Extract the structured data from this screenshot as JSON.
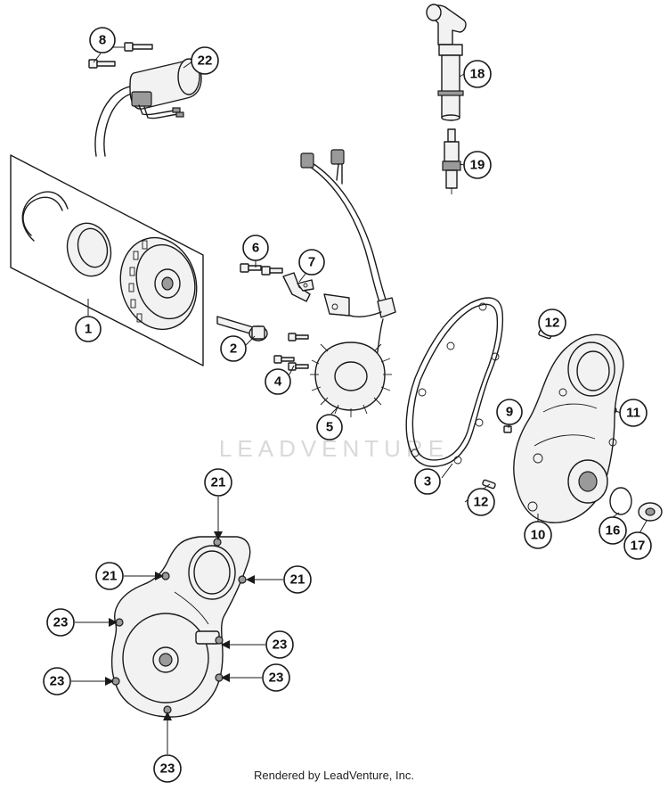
{
  "watermark": "LEADVENTURE",
  "footer": "Rendered by LeadVenture, Inc.",
  "callouts": [
    {
      "id": "c1",
      "label": "1"
    },
    {
      "id": "c2",
      "label": "2"
    },
    {
      "id": "c3",
      "label": "3"
    },
    {
      "id": "c4",
      "label": "4"
    },
    {
      "id": "c5",
      "label": "5"
    },
    {
      "id": "c6",
      "label": "6"
    },
    {
      "id": "c7",
      "label": "7"
    },
    {
      "id": "c8",
      "label": "8"
    },
    {
      "id": "c9",
      "label": "9"
    },
    {
      "id": "c10",
      "label": "10"
    },
    {
      "id": "c11",
      "label": "11"
    },
    {
      "id": "c12a",
      "label": "12"
    },
    {
      "id": "c12b",
      "label": "12"
    },
    {
      "id": "c16",
      "label": "16"
    },
    {
      "id": "c17",
      "label": "17"
    },
    {
      "id": "c18",
      "label": "18"
    },
    {
      "id": "c19",
      "label": "19"
    },
    {
      "id": "c21a",
      "label": "21"
    },
    {
      "id": "c21b",
      "label": "21"
    },
    {
      "id": "c21c",
      "label": "21"
    },
    {
      "id": "c22",
      "label": "22"
    },
    {
      "id": "c23a",
      "label": "23"
    },
    {
      "id": "c23b",
      "label": "23"
    },
    {
      "id": "c23c",
      "label": "23"
    },
    {
      "id": "c23d",
      "label": "23"
    },
    {
      "id": "c23e",
      "label": "23"
    }
  ]
}
